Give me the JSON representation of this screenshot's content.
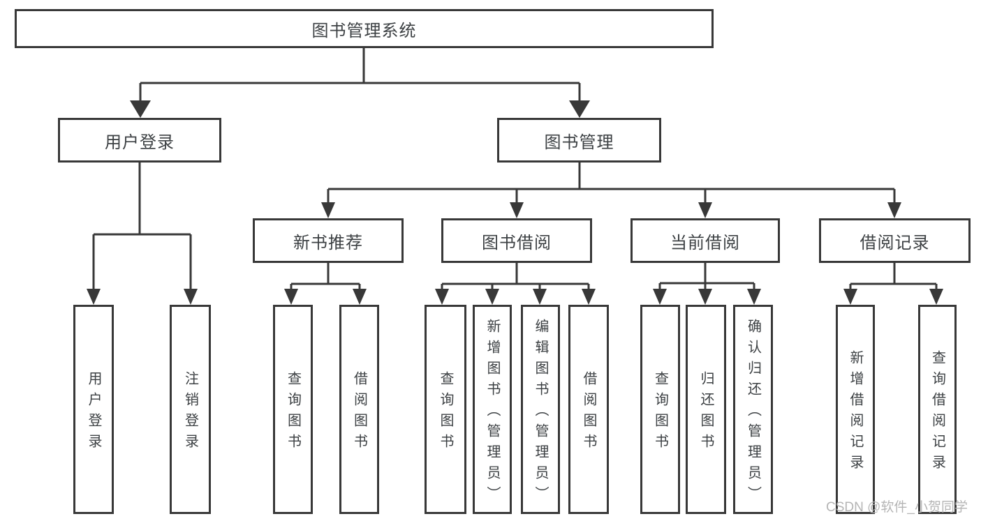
{
  "colors": {
    "line": "#383838",
    "text": "#3c4043",
    "box-fill": "#ffffff",
    "background": "#ffffff",
    "watermark": "#b5b5b5"
  },
  "watermark": {
    "text": "CSDN @软件_小贺同学"
  },
  "diagram": {
    "tree": {
      "label": "图书管理系统",
      "children": [
        {
          "label": "用户登录",
          "children": [
            {
              "label": "用户登录"
            },
            {
              "label": "注销登录"
            }
          ]
        },
        {
          "label": "图书管理",
          "children": [
            {
              "label": "新书推荐",
              "children": [
                {
                  "label": "查询图书"
                },
                {
                  "label": "借阅图书"
                }
              ]
            },
            {
              "label": "图书借阅",
              "children": [
                {
                  "label": "查询图书"
                },
                {
                  "label": "新增图书（管理员）"
                },
                {
                  "label": "编辑图书（管理员）"
                },
                {
                  "label": "借阅图书"
                }
              ]
            },
            {
              "label": "当前借阅",
              "children": [
                {
                  "label": "查询图书"
                },
                {
                  "label": "归还图书"
                },
                {
                  "label": "确认归还（管理员）"
                }
              ]
            },
            {
              "label": "借阅记录",
              "children": [
                {
                  "label": "新增借阅记录"
                },
                {
                  "label": "查询借阅记录"
                }
              ]
            }
          ]
        }
      ]
    }
  }
}
